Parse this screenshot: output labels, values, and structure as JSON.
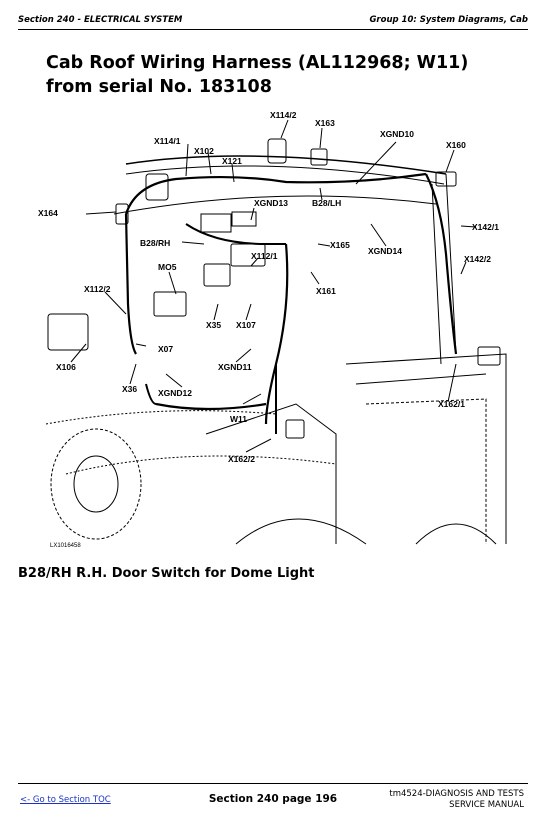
{
  "header": {
    "section": "Section 240 - ELECTRICAL SYSTEM",
    "group": "Group 10: System Diagrams, Cab"
  },
  "title": "Cab Roof Wiring Harness (AL112968; W11) from serial No. 183108",
  "figure": {
    "image_code": "LX1016458",
    "labels": {
      "x114_2": "X114/2",
      "x163": "X163",
      "x114_1": "X114/1",
      "x102": "X102",
      "x121": "X121",
      "xgnd10": "XGND10",
      "x160": "X160",
      "x164": "X164",
      "xgnd13": "XGND13",
      "b28_lh": "B28/LH",
      "x142_1": "X142/1",
      "b28_rh": "B28/RH",
      "x165": "X165",
      "xgnd14": "XGND14",
      "x142_2": "X142/2",
      "mo5": "MO5",
      "x112_1": "X112/1",
      "x161": "X161",
      "x112_2": "X112/2",
      "x35": "X35",
      "x107": "X107",
      "x07": "X07",
      "x106": "X106",
      "xgnd11": "XGND11",
      "x36": "X36",
      "xgnd12": "XGND12",
      "w11": "W11",
      "x162_1": "X162/1",
      "x162_2": "X162/2"
    }
  },
  "caption": "B28/RH R.H. Door Switch for Dome Light",
  "footer": {
    "toc_link": "<- Go to Section TOC",
    "page": "Section 240 page 196",
    "manual_line1": "tm4524-DIAGNOSIS AND TESTS",
    "manual_line2": "SERVICE MANUAL"
  }
}
